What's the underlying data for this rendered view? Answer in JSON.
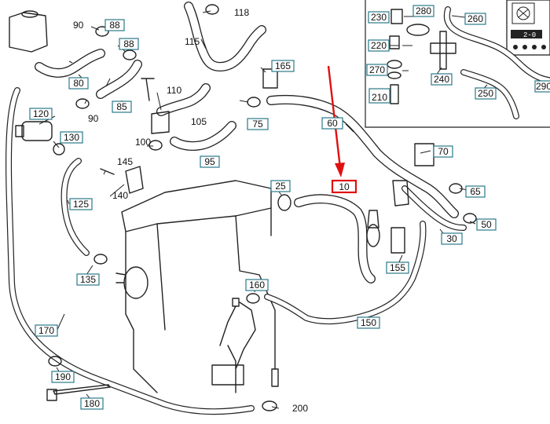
{
  "diagram": {
    "highlighted_part": "10",
    "arrow_color": "#e01010",
    "label_box_color": "#2a7a8a",
    "parts": [
      {
        "id": "10"
      },
      {
        "id": "25"
      },
      {
        "id": "30"
      },
      {
        "id": "50"
      },
      {
        "id": "60"
      },
      {
        "id": "65"
      },
      {
        "id": "70"
      },
      {
        "id": "75"
      },
      {
        "id": "80"
      },
      {
        "id": "85"
      },
      {
        "id": "88a",
        "label": "88"
      },
      {
        "id": "88b",
        "label": "88"
      },
      {
        "id": "90a",
        "label": "90"
      },
      {
        "id": "90b",
        "label": "90"
      },
      {
        "id": "95"
      },
      {
        "id": "100"
      },
      {
        "id": "105"
      },
      {
        "id": "110"
      },
      {
        "id": "115"
      },
      {
        "id": "118"
      },
      {
        "id": "120"
      },
      {
        "id": "125"
      },
      {
        "id": "130"
      },
      {
        "id": "135"
      },
      {
        "id": "140"
      },
      {
        "id": "145"
      },
      {
        "id": "150"
      },
      {
        "id": "155"
      },
      {
        "id": "160"
      },
      {
        "id": "165"
      },
      {
        "id": "170"
      },
      {
        "id": "180"
      },
      {
        "id": "190"
      },
      {
        "id": "200"
      },
      {
        "id": "210"
      },
      {
        "id": "220"
      },
      {
        "id": "230"
      },
      {
        "id": "240"
      },
      {
        "id": "250"
      },
      {
        "id": "260"
      },
      {
        "id": "270"
      },
      {
        "id": "280"
      },
      {
        "id": "290"
      }
    ],
    "inset_display_text": "2-0"
  }
}
